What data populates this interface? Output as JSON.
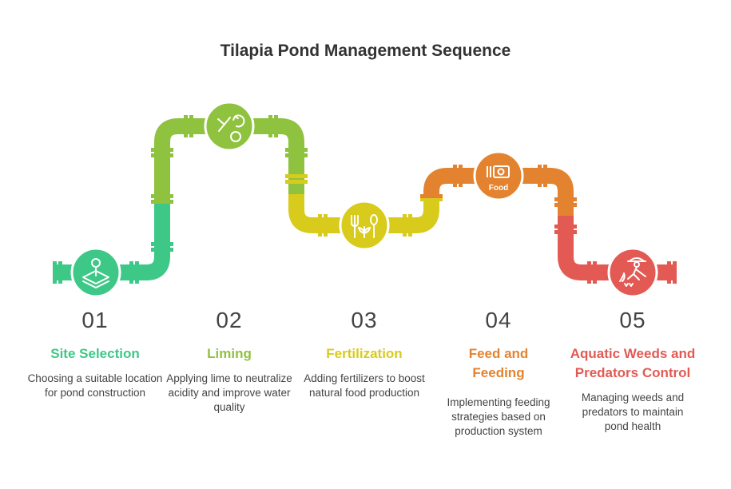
{
  "title": "Tilapia Pond Management Sequence",
  "colors": {
    "green": "#3dc887",
    "lime": "#8fc23f",
    "yellow": "#d8cb1b",
    "orange": "#e4832f",
    "red": "#e25a53"
  },
  "steps": [
    {
      "number": "01",
      "title": "Site Selection",
      "description": "Choosing a suitable location for pond construction",
      "icon": "map-pin-icon"
    },
    {
      "number": "02",
      "title": "Liming",
      "description": "Applying lime to neutralize acidity and improve water quality",
      "icon": "lime-application-icon"
    },
    {
      "number": "03",
      "title": "Fertilization",
      "description": "Adding fertilizers to boost natural food production",
      "icon": "fertilizer-tools-icon"
    },
    {
      "number": "04",
      "title": "Feed and Feeding",
      "description": "Implementing feeding strategies based on production system",
      "icon": "food-icon",
      "icon_label": "Food"
    },
    {
      "number": "05",
      "title": "Aquatic Weeds and Predators Control",
      "description": "Managing weeds and predators to maintain pond health",
      "icon": "weeding-farmer-icon"
    }
  ]
}
